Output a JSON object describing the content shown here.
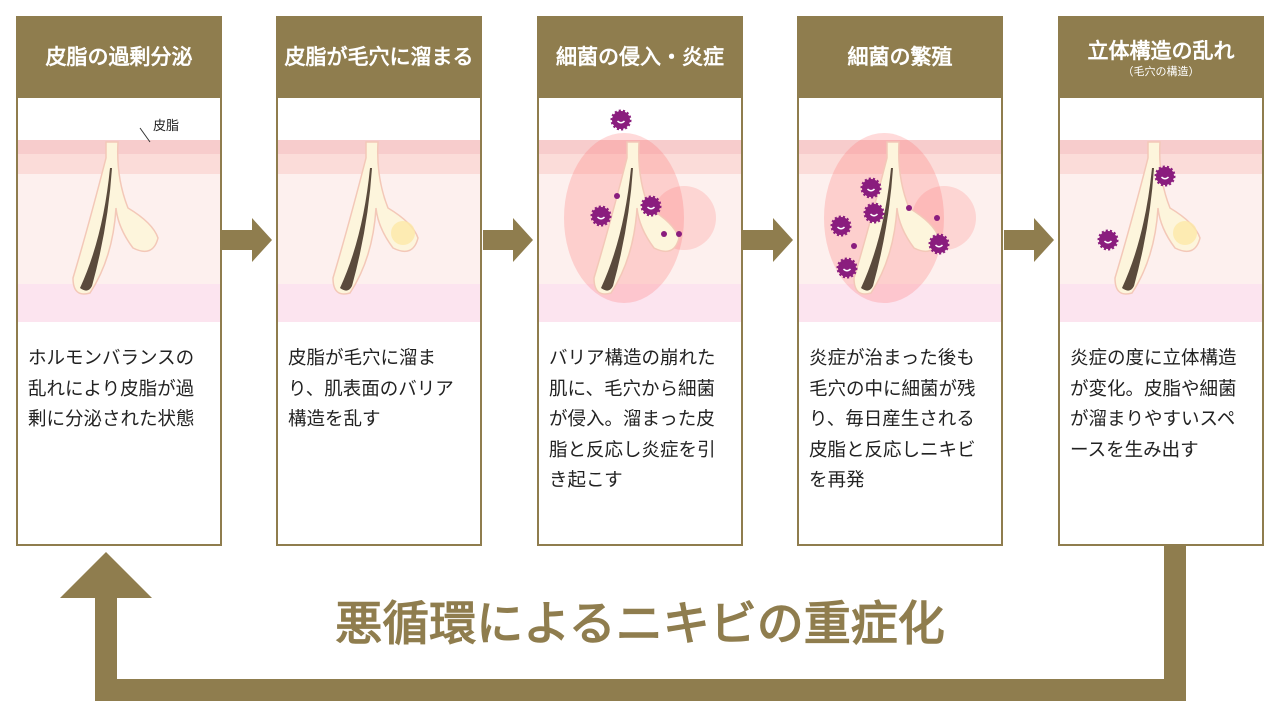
{
  "colors": {
    "brand": "#8f7d4e",
    "skin": "#fde8e6",
    "sebum": "#fdf7e0",
    "bacteria": "#8a1d7e",
    "inflammation": "#ff5a5a"
  },
  "steps": [
    {
      "title": "皮脂の過剰分泌",
      "subtitle": "",
      "label": "皮脂",
      "text": "ホルモンバランスの乱れにより皮脂が過剰に分泌された状態"
    },
    {
      "title": "皮脂が毛穴に溜まる",
      "subtitle": "",
      "text": "皮脂が毛穴に溜まり、肌表面のバリア構造を乱す"
    },
    {
      "title": "細菌の侵入・炎症",
      "subtitle": "",
      "text": "バリア構造の崩れた肌に、毛穴から細菌が侵入。溜まった皮脂と反応し炎症を引き起こす"
    },
    {
      "title": "細菌の繁殖",
      "subtitle": "",
      "text": "炎症が治まった後も毛穴の中に細菌が残り、毎日産生される皮脂と反応しニキビを再発"
    },
    {
      "title": "立体構造の乱れ",
      "subtitle": "（毛穴の構造）",
      "text": "炎症の度に立体構造が変化。皮脂や細菌が溜まりやすいスペースを生み出す"
    }
  ],
  "cycle_title": "悪循環によるニキビの重症化"
}
